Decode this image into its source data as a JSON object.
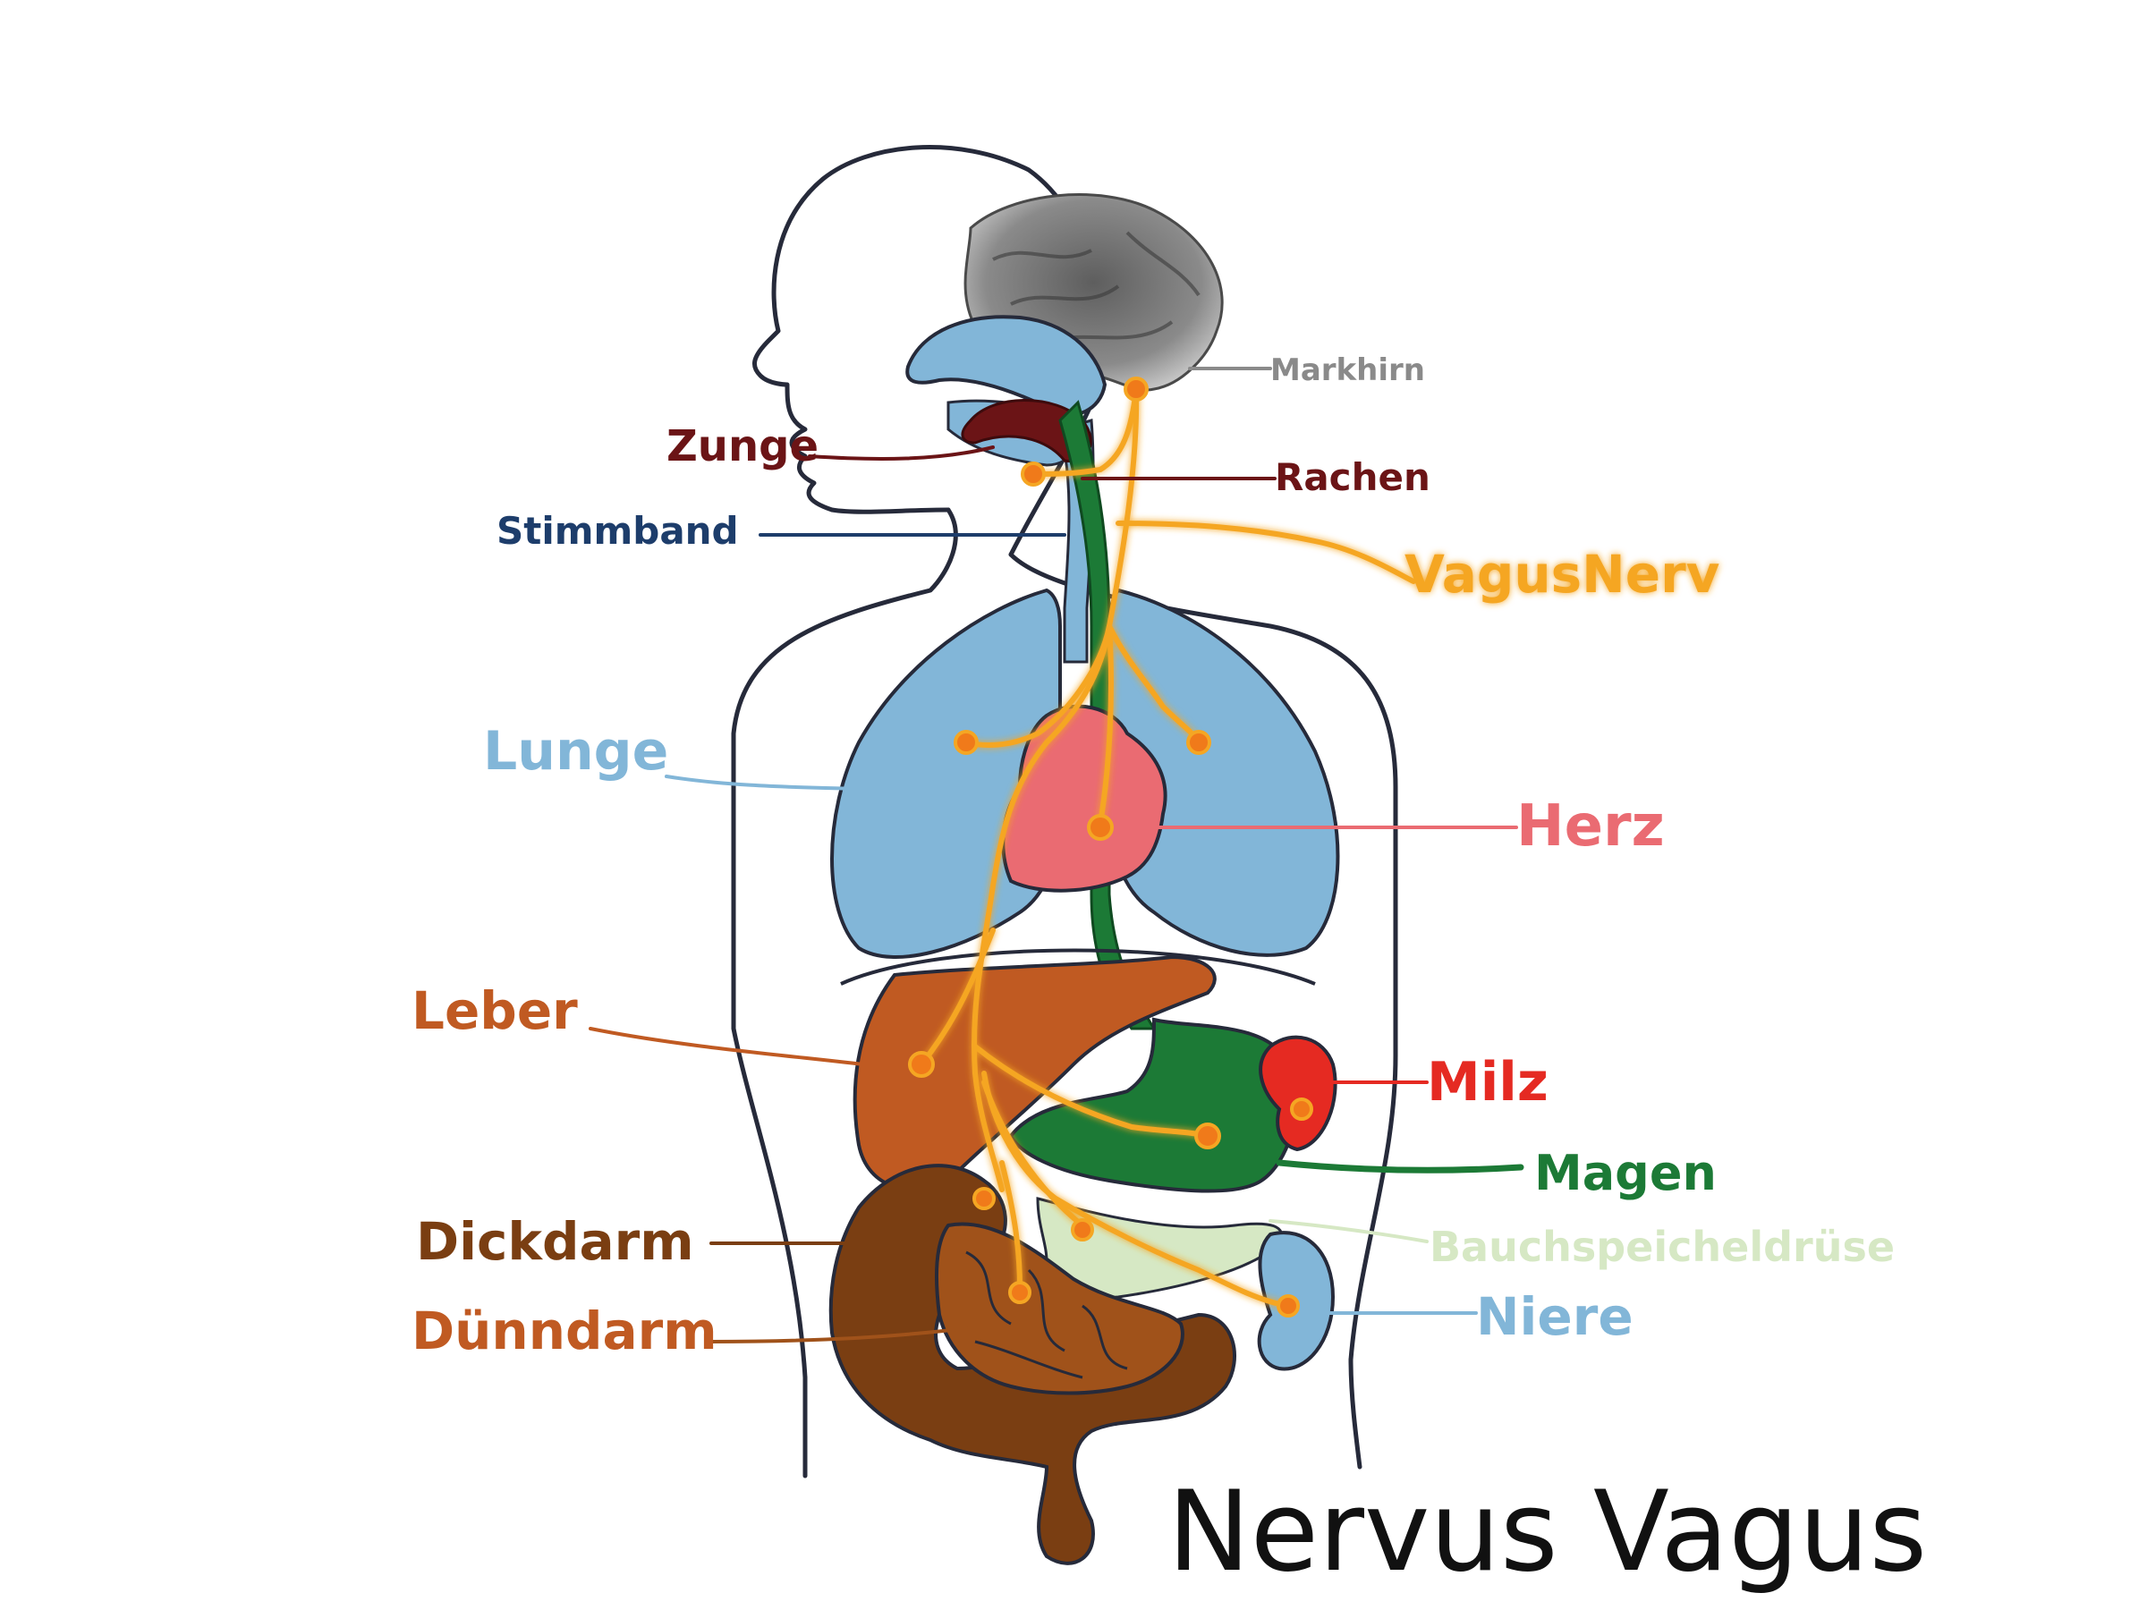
{
  "title": "Nervus Vagus",
  "labels": {
    "markhirn": "Markhirn",
    "zunge": "Zunge",
    "rachen": "Rachen",
    "stimmband": "Stimmband",
    "vagusnerv": "VagusNerv",
    "lunge": "Lunge",
    "herz": "Herz",
    "leber": "Leber",
    "milz": "Milz",
    "magen": "Magen",
    "dickdarm": "Dickdarm",
    "bauchspeicheldruese": "Bauchspeicheldrüse",
    "duenndarm": "Dünndarm",
    "niere": "Niere"
  },
  "colors": {
    "outline": "#262a3a",
    "brain": "#8a8a8a",
    "lung": "#82b6d8",
    "tongue": "#6b1416",
    "esophagus": "#1c7a36",
    "heart": "#ea6b72",
    "liver": "#c05a22",
    "spleen": "#e52a22",
    "stomach": "#1c7a36",
    "pancreas": "#d6e8c4",
    "kidney": "#82b6d8",
    "colon": "#7a3e12",
    "small_intestine": "#a0521a",
    "nerve": "#f5a623",
    "nerve_node": "#f07a1a"
  }
}
